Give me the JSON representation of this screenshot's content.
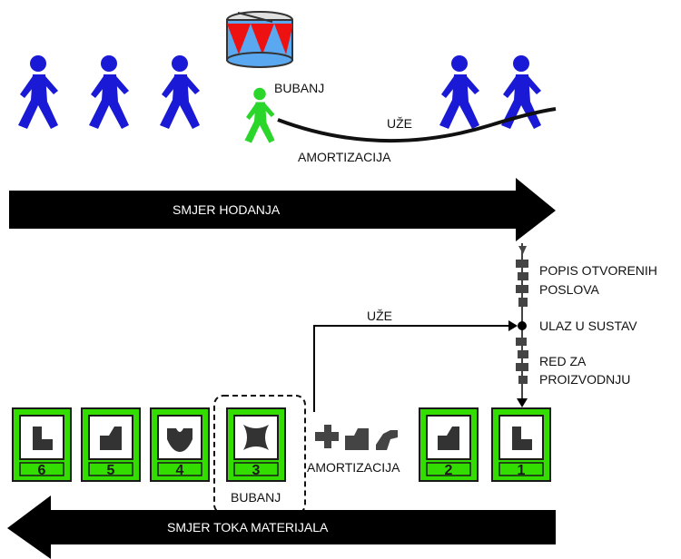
{
  "walking": {
    "drum_label": "BUBANJ",
    "rope_label": "UŽE",
    "buffer_label": "AMORTIZACIJA",
    "arrow_label": "SMJER HODANJA",
    "colors": {
      "walker": "#1a1ad6",
      "drum_walker": "#2bd62b",
      "arrow": "#000000"
    }
  },
  "side_steps": [
    {
      "label_lines": [
        "POPIS OTVORENIH",
        "POSLOVA"
      ]
    },
    {
      "label_lines": [
        "ULAZ U SUSTAV"
      ]
    },
    {
      "label_lines": [
        "RED ZA",
        "PROIZVODNJU"
      ]
    }
  ],
  "flow": {
    "rope_label": "UŽE",
    "buffer_label": "AMORTIZACIJA",
    "drum_label": "BUBANJ",
    "arrow_label": "SMJER TOKA MATERIJALA",
    "stations": [
      {
        "number": "6",
        "part_icon": "l-block-icon"
      },
      {
        "number": "5",
        "part_icon": "slant-block-icon"
      },
      {
        "number": "4",
        "part_icon": "notched-block-icon"
      },
      {
        "number": "3",
        "part_icon": "curved-block-icon",
        "is_bottleneck": true
      },
      {
        "number": "2",
        "part_icon": "slant-block-icon"
      },
      {
        "number": "1",
        "part_icon": "l-block-icon"
      }
    ],
    "colors": {
      "station": "#33dd00",
      "part": "#333333"
    }
  }
}
